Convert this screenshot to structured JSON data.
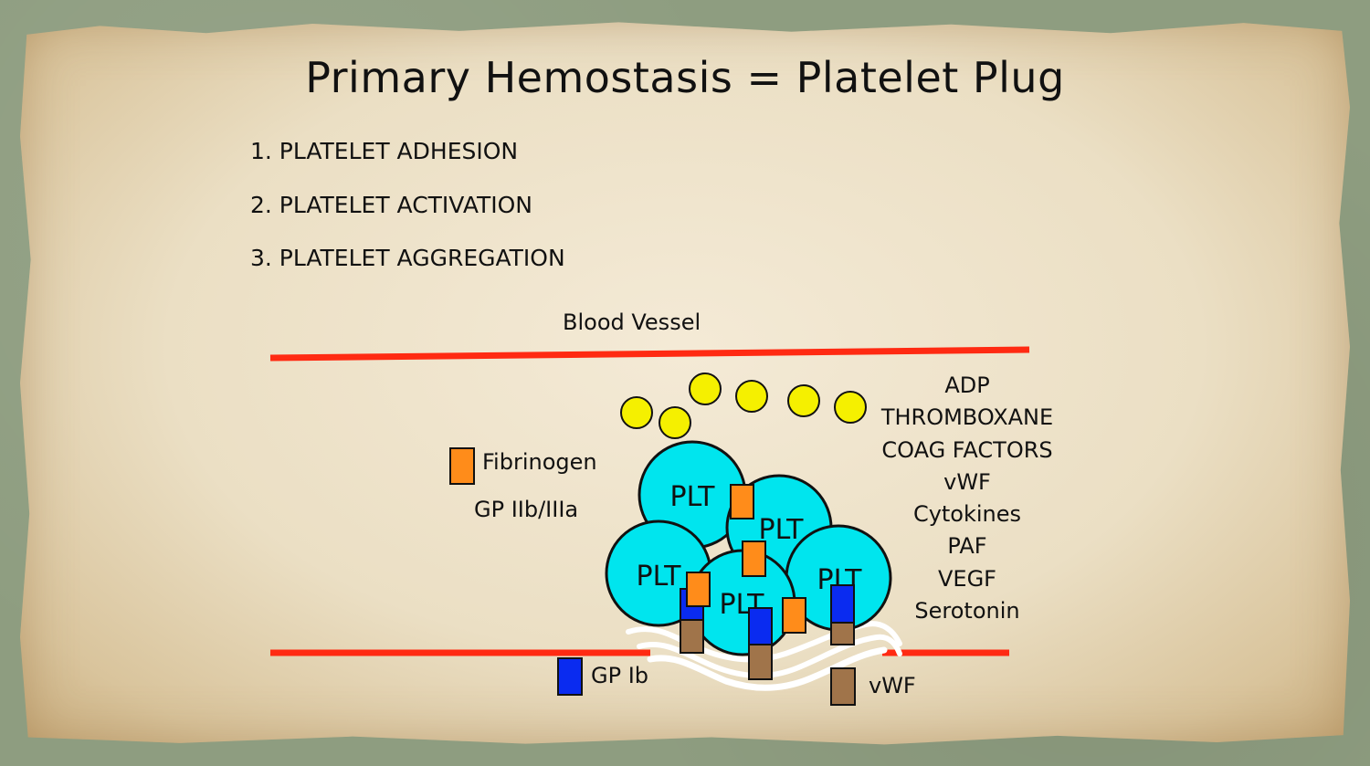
{
  "slide": {
    "title": "Primary Hemostasis = Platelet Plug",
    "steps": [
      "1. PLATELET ADHESION",
      "2. PLATELET ACTIVATION",
      "3. PLATELET AGGREGATION"
    ]
  },
  "diagram": {
    "vessel_label": "Blood Vessel",
    "platelet_label": "PLT",
    "legend": {
      "fibrinogen": "Fibrinogen",
      "gp_iib_iiia": "GP IIb/IIIa",
      "gp_ib": "GP Ib",
      "vwf": "vWF"
    },
    "mediators": [
      "ADP",
      "THROMBOXANE",
      "COAG FACTORS",
      "vWF",
      "Cytokines",
      "PAF",
      "VEGF",
      "Serotonin"
    ]
  },
  "colors": {
    "vessel_wall": "#ff2a12",
    "platelet": "#00e5ee",
    "granule": "#f5f000",
    "fibrinogen": "#ff8c1a",
    "gp_ib": "#0a2bf0",
    "vwf": "#a0744a"
  }
}
